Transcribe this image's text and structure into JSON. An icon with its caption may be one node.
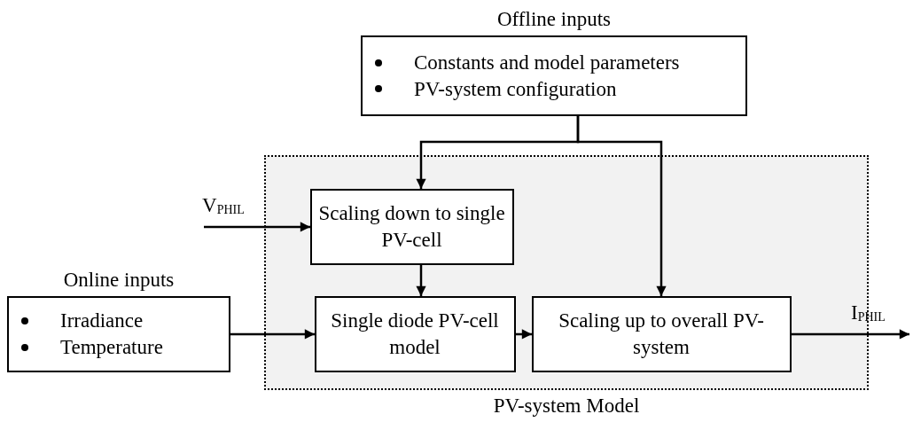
{
  "diagram": {
    "nodes": [
      {
        "text": [
          "Offline inputs",
          "Constants and model parameters",
          "PV-system configuration"
        ]
      },
      {
        "text": [
          "PV-system Model"
        ]
      },
      {
        "text": [
          "Scaling down to single PV-cell"
        ],
        "in": 1
      },
      {
        "text": [
          "Online inputs",
          "Irradiance",
          "Temperature"
        ]
      },
      {
        "text": [
          "Single diode PV-cell model"
        ],
        "in": 1
      },
      {
        "text": [
          "Scaling up to overall PV-system"
        ],
        "in": 1
      }
    ],
    "edges": [
      {
        "from": 0,
        "to": 2,
        "arrow": "to"
      },
      {
        "from": 0,
        "to": 5,
        "arrow": "to"
      },
      {
        "from": null,
        "to": 2,
        "arrow": "to",
        "label": "V$_{PHIL}$"
      },
      {
        "from": 2,
        "to": 4,
        "arrow": "to"
      },
      {
        "from": 3,
        "to": 4,
        "arrow": "to"
      },
      {
        "from": 4,
        "to": 5,
        "arrow": "to"
      },
      {
        "from": 5,
        "to": null,
        "arrow": "to",
        "label": "I$_{PHIL}$"
      }
    ]
  }
}
